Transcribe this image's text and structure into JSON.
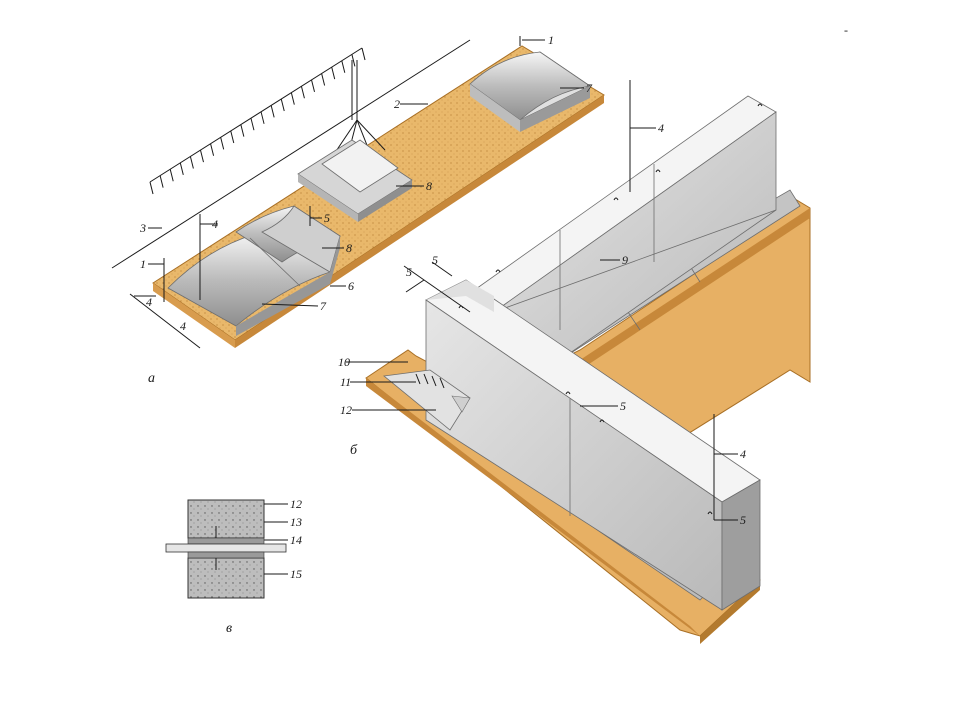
{
  "colors": {
    "sand": "#e8b567",
    "sand_dark": "#c7883a",
    "sand_bed": "#f0c98a",
    "block_top": "#f3f3f3",
    "block_face": "#c9c9c9",
    "block_side": "#a9a9a9",
    "concrete": "#bdbdbd"
  },
  "corner_mark": "-",
  "subfigures": {
    "a": "а",
    "b": "б",
    "c": "в"
  },
  "labels": {
    "l1_top": "1",
    "l1_left": "1",
    "l2": "2",
    "l3": "3",
    "l4_a": "4",
    "l4_b_top": "4",
    "l4_b_right": "4",
    "l5_a": "5",
    "l5_b_mid": "5",
    "l5_b_right": "5",
    "l6": "6",
    "l7_top": "7",
    "l7_bottom": "7",
    "l8_mid": "8",
    "l8_left": "8",
    "l9": "9",
    "l10": "10",
    "l11": "11",
    "l12_b": "12",
    "l12_c": "12",
    "l13": "13",
    "l14": "14",
    "l15": "15"
  },
  "dims": {
    "d_top_a": "5",
    "d_top_b": "5",
    "d_left_a": "4",
    "d_left_b": "4"
  }
}
